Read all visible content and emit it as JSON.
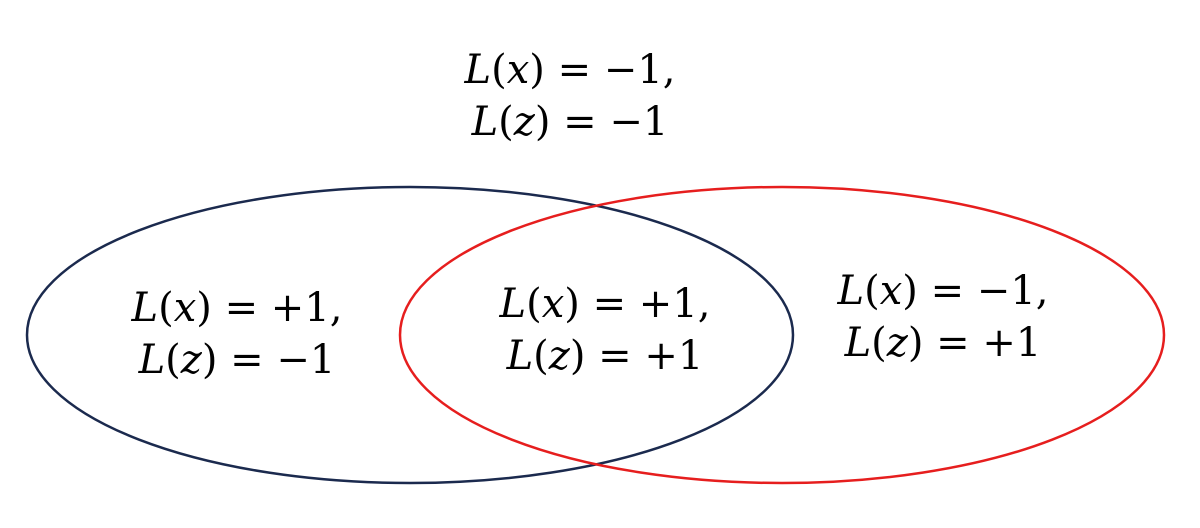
{
  "colors": {
    "left_set": "#1b2a4e",
    "right_set": "#e61e1e",
    "text": "#000000",
    "background": "#ffffff"
  },
  "regions": {
    "outside": {
      "line1": {
        "func": "L",
        "var": "x",
        "rest": " = −1,"
      },
      "line2": {
        "func": "L",
        "var": "z",
        "rest": " = −1"
      }
    },
    "left_only": {
      "line1": {
        "func": "L",
        "var": "x",
        "rest": " = +1,"
      },
      "line2": {
        "func": "L",
        "var": "z",
        "rest": " = −1"
      }
    },
    "overlap": {
      "line1": {
        "func": "L",
        "var": "x",
        "rest": " = +1,"
      },
      "line2": {
        "func": "L",
        "var": "z",
        "rest": " = +1"
      }
    },
    "right_only": {
      "line1": {
        "func": "L",
        "var": "x",
        "rest": " = −1,"
      },
      "line2": {
        "func": "L",
        "var": "z",
        "rest": " = +1"
      }
    }
  }
}
